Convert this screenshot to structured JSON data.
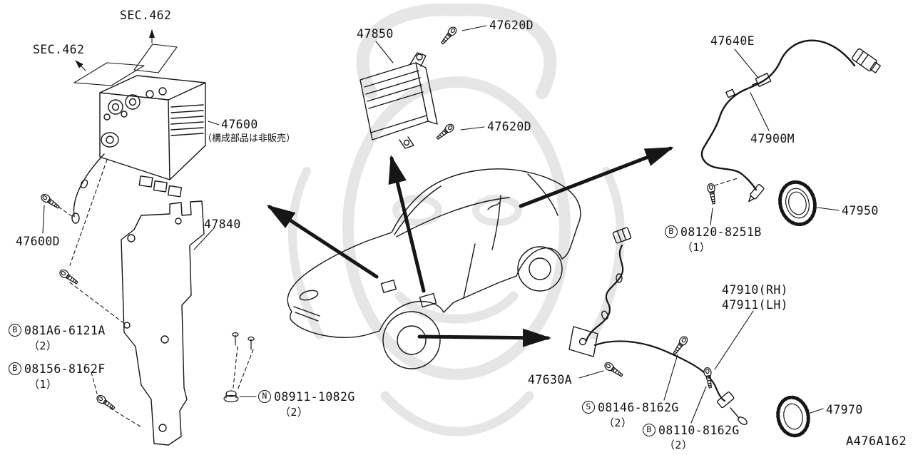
{
  "diagram_code": "A476A162",
  "symbols": {
    "B": "B",
    "N": "N",
    "S": "S"
  },
  "labels": {
    "sec462_left": "SEC.462",
    "sec462_top": "SEC.462",
    "p47850": "47850",
    "p47620d_top": "47620D",
    "p47620d_mid": "47620D",
    "p47600": "47600",
    "p47600_note": "（構成部品は非販売）",
    "p47640e": "47640E",
    "p47900m": "47900M",
    "p47950": "47950",
    "b08120": "08120-8251B",
    "b08120_qty": "（1）",
    "p47600d": "47600D",
    "p47840": "47840",
    "p47910": "47910(RH)",
    "p47911": "47911(LH)",
    "b081a6": "081A6-6121A",
    "b081a6_qty": "（2）",
    "b08156": "08156-8162F",
    "b08156_qty": "（1）",
    "p47630a": "47630A",
    "n08911": "08911-1082G",
    "n08911_qty": "（2）",
    "s08146": "08146-8162G",
    "s08146_qty": "（2）",
    "b08110": "08110-8162G",
    "b08110_qty": "（2）",
    "p47970": "47970"
  }
}
